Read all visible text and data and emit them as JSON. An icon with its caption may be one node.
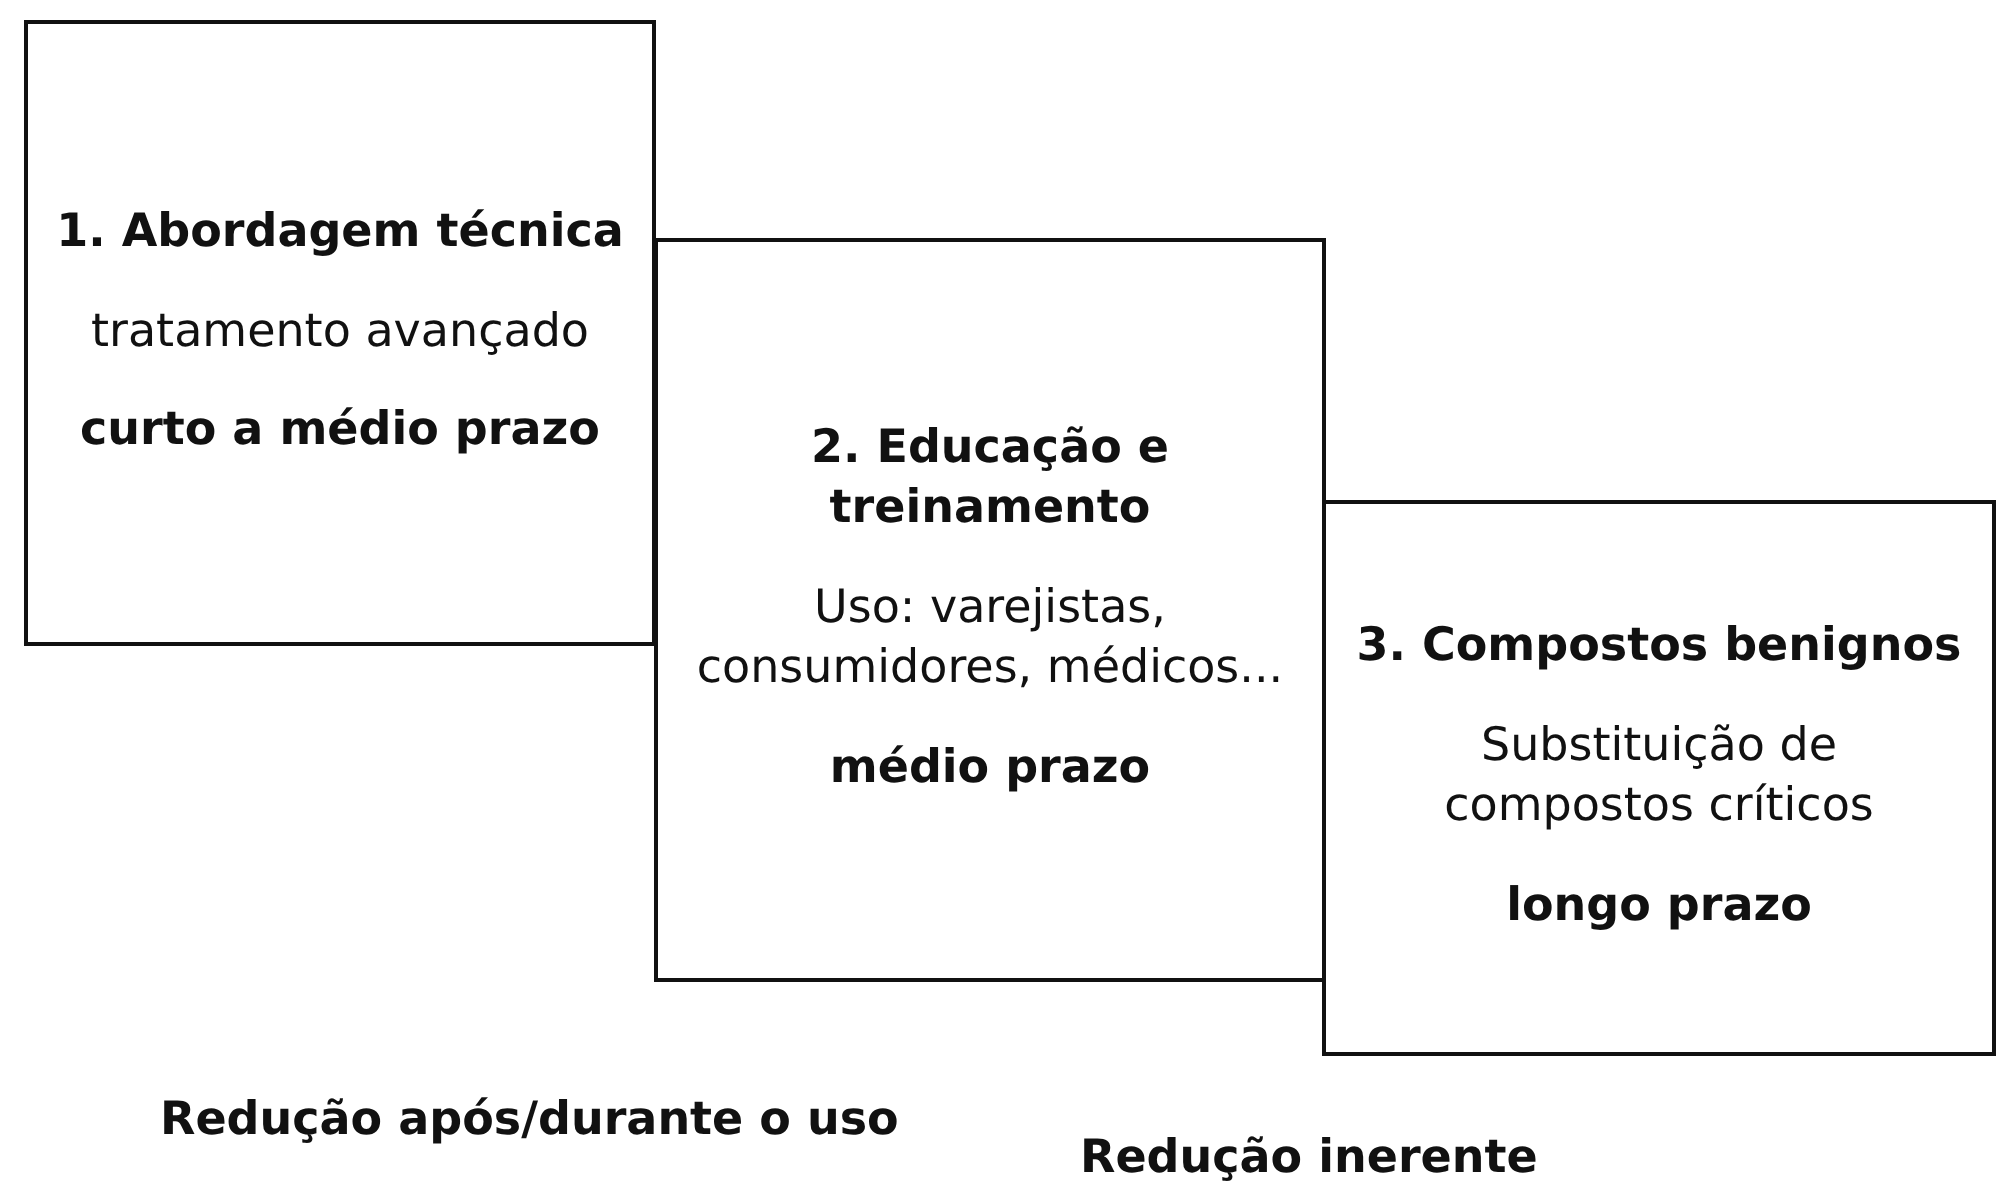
{
  "diagram": {
    "nodes": [
      {
        "text": [
          "1. Abordagem técnica",
          "tratamento avançado",
          "curto a médio prazo"
        ]
      },
      {
        "text": [
          "2. Educação e treinamento",
          "Uso: varejistas, consumidores, médicos...",
          "médio prazo"
        ]
      },
      {
        "text": [
          "3. Compostos benignos",
          "Substituição de compostos críticos",
          "longo prazo"
        ]
      }
    ],
    "labels": [
      "Redução após/durante o uso",
      "Redução inerente"
    ]
  }
}
